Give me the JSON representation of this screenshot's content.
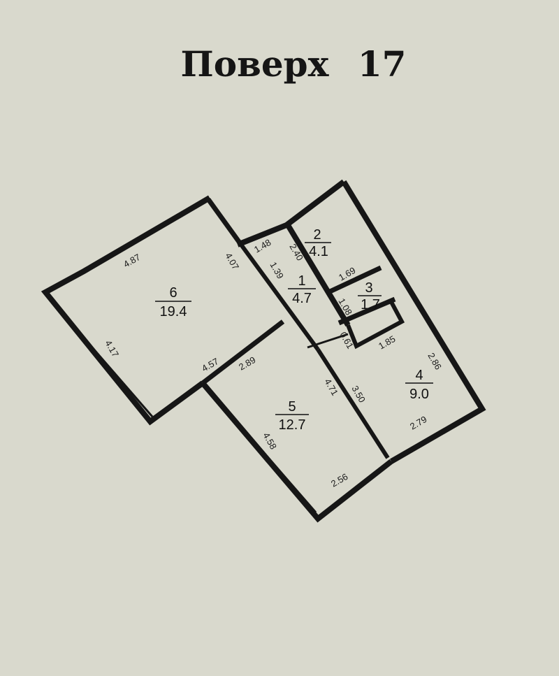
{
  "title": "Поверх 17",
  "rooms": [
    {
      "number": "1",
      "area": "4.7"
    },
    {
      "number": "2",
      "area": "4.1"
    },
    {
      "number": "3",
      "area": "1.7"
    },
    {
      "number": "4",
      "area": "9.0"
    },
    {
      "number": "5",
      "area": "12.7"
    },
    {
      "number": "6",
      "area": "19.4"
    }
  ],
  "dimensions": [
    "4.87",
    "4.17",
    "4.07",
    "1.48",
    "2.40",
    "1.69",
    "1.39",
    "1.08",
    "0.61",
    "1.85",
    "2.86",
    "4.57",
    "2.89",
    "4.71",
    "3.50",
    "4.58",
    "2.56",
    "2.79"
  ]
}
